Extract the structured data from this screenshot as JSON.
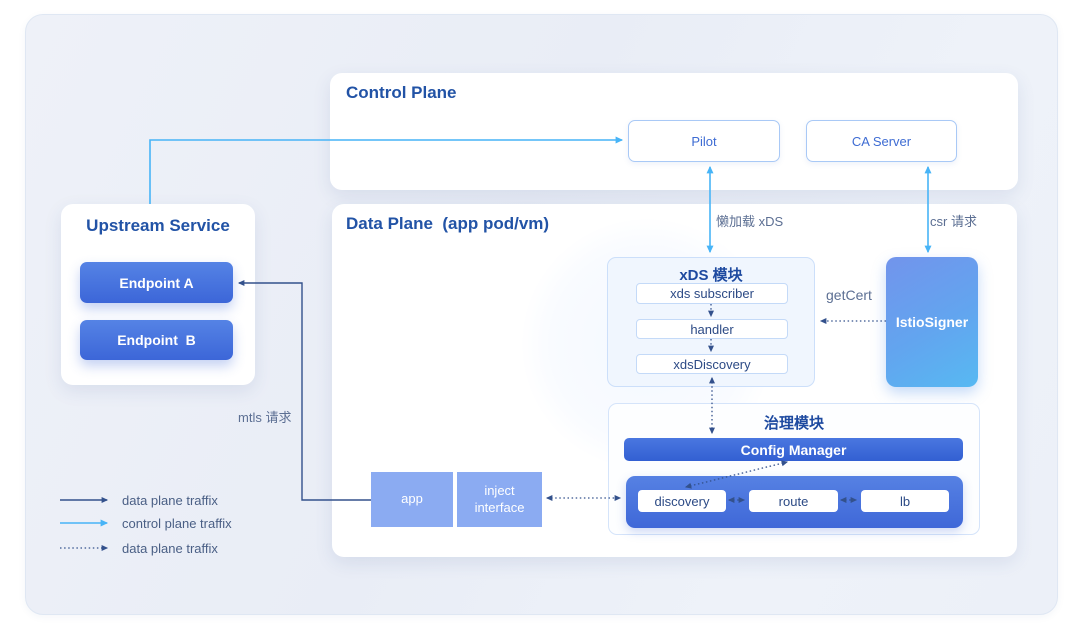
{
  "upstream": {
    "title": "Upstream Service",
    "endpoints": [
      "Endpoint A",
      "Endpoint  B"
    ]
  },
  "control_plane": {
    "title": "Control Plane",
    "nodes": [
      {
        "label": "Pilot"
      },
      {
        "label": "CA Server"
      }
    ]
  },
  "data_plane": {
    "title": "Data Plane  (app pod/vm)",
    "xds": {
      "title": "xDS 模块",
      "items": [
        "xds subscriber",
        "handler",
        "xdsDiscovery"
      ]
    },
    "istio_signer": {
      "label": "IstioSigner"
    },
    "governance": {
      "title": "治理模块",
      "config_manager": "Config Manager",
      "items": [
        "discovery",
        "route",
        "lb"
      ]
    },
    "app": {
      "label": "app"
    },
    "inject": {
      "label": "inject\ninterface"
    }
  },
  "labels": {
    "lazy_xds": "懒加载 xDS",
    "csr": "csr 请求",
    "get_cert": "getCert",
    "mtls": "mtls 请求"
  },
  "legend": {
    "items": [
      {
        "style": "solid-dark",
        "label": "data plane traffix"
      },
      {
        "style": "solid-light",
        "label": "control plane traffix"
      },
      {
        "style": "dotted-dark",
        "label": "data plane traffix"
      }
    ]
  },
  "colors": {
    "navy_line": "#33518c",
    "control_line": "#47b4f7",
    "title_navy": "#2253a6",
    "node_blue": "#3e6cd3",
    "endpoint_gradient_top": "#5583e5",
    "endpoint_gradient_bottom": "#3c66d8",
    "sidecar_blue": "#8babf2",
    "signer_gradient_start": "#7294ec",
    "signer_gradient_end": "#57b9f2"
  }
}
